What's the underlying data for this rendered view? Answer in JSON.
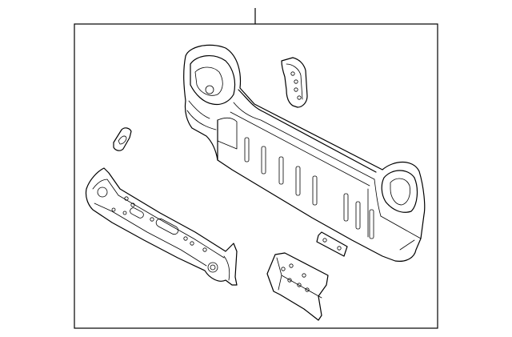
{
  "diagram": {
    "type": "exploded-parts-illustration",
    "parts": [
      "back-panel",
      "left-reinforcement",
      "right-bracket",
      "small-clip",
      "small-plate",
      "center-bracket"
    ],
    "colors": {
      "line": "#000000",
      "background": "#ffffff"
    }
  }
}
